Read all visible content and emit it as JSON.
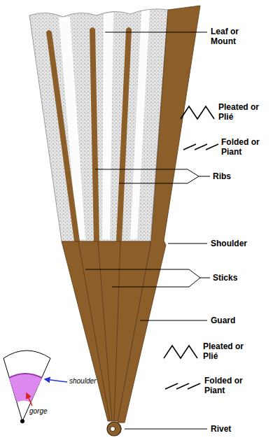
{
  "diagram": {
    "labels": [
      "Leaf or Mount",
      "Pleated or Plié",
      "Folded or Piant",
      "Ribs",
      "Shoulder",
      "Sticks",
      "Guard",
      "Pleated or Plié",
      "Folded or Piant",
      "Rivet",
      "shoulder",
      "gorge"
    ]
  }
}
